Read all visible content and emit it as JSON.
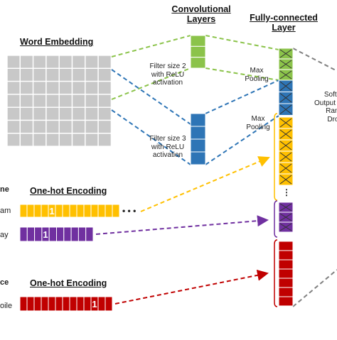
{
  "titles": {
    "conv": [
      "Convolutional",
      "Layers"
    ],
    "fc": [
      "Fully-connected",
      "Layer"
    ],
    "word_embedding": "Word Embedding",
    "onehot_1": "One-hot Encoding",
    "onehot_2": "One-hot Encoding"
  },
  "labels": {
    "filter2": [
      "Filter size 2",
      "with ReLU",
      "activation"
    ],
    "filter3": [
      "Filter size 3",
      "with ReLU",
      "activation"
    ],
    "maxpool1": [
      "Max",
      "Pooling"
    ],
    "maxpool2": [
      "Max",
      "Pooling"
    ],
    "softmax": [
      "SoftM",
      "Output w",
      "Rand",
      "Drop"
    ],
    "row1_side": "ne",
    "row2_side": "am",
    "row3_side": "ay",
    "row4_side": "ce",
    "row5_side": "oile"
  },
  "encodings": {
    "yellow_one": "1",
    "purple_one": "1",
    "red_one": "1",
    "ellipsis": "• • •"
  },
  "colors": {
    "green": "#8bc34a",
    "blue": "#2e75b6",
    "yellow": "#ffc000",
    "purple": "#7030a0",
    "red": "#c00000",
    "grey_grid": "#c8c8c8"
  }
}
